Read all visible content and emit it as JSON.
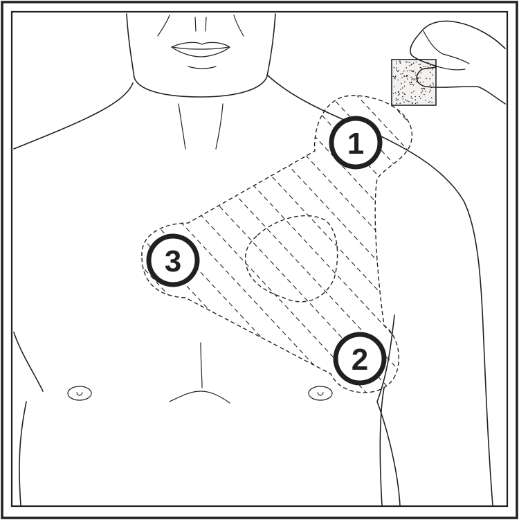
{
  "markers": [
    {
      "id": "1",
      "label": "1"
    },
    {
      "id": "2",
      "label": "2"
    },
    {
      "id": "3",
      "label": "3"
    }
  ],
  "colors": {
    "line": "#231f20",
    "background": "#ffffff",
    "gauze": "#f4f2f0"
  }
}
